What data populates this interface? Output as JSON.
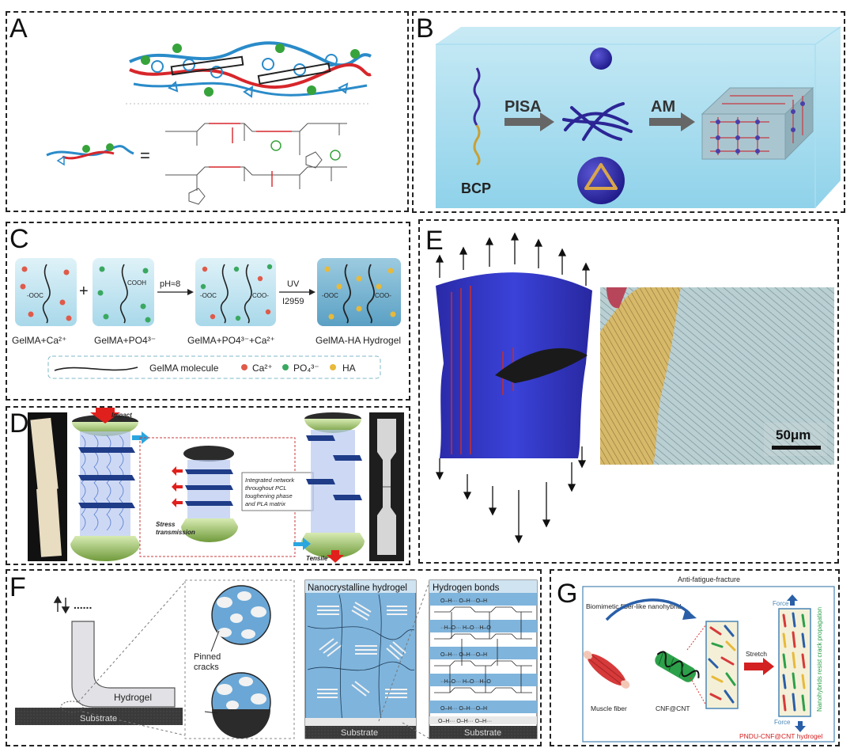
{
  "panels": {
    "a": {
      "label": "A"
    },
    "b": {
      "label": "B",
      "bcp": "BCP",
      "pisa": "PISA",
      "am": "AM"
    },
    "c": {
      "label": "C",
      "box1_label": "GelMA+Ca²⁺",
      "box2_label": "GelMA+PO4³⁻",
      "box3_label": "GelMA+PO4³⁻+Ca²⁺",
      "box4_label": "GelMA-HA Hydrogel",
      "plus": "+",
      "arrow1_label": "pH≈8",
      "arrow2_label_top": "UV",
      "arrow2_label_bottom": "I2959",
      "box1_chem": "-OOC",
      "box2_chem": "COOH",
      "box3_chem_left": "-OOC",
      "box3_chem_right": "COO-",
      "box4_chem_left": "-OOC",
      "box4_chem_right": "COO-",
      "legend_molecule": "GelMA molecule",
      "legend_ca": "Ca²⁺",
      "legend_po4": "PO₄³⁻",
      "legend_ha": "HA"
    },
    "d": {
      "label": "D",
      "impact": "Impact",
      "tensile": "Tensile",
      "stress": "Stress transmission",
      "note": "Integrated network throughout PCL toughening phase and PLA matrix"
    },
    "e": {
      "label": "E",
      "scale": "50μm"
    },
    "f": {
      "label": "F",
      "dots": "......",
      "hydrogel": "Hydrogel",
      "substrate": "Substrate",
      "pinned": "Pinned cracks",
      "nano_title": "Nanocrystalline hydrogel",
      "nano_substrate": "Substrate",
      "hb_title": "Hydrogen bonds",
      "hb_substrate": "Substrate"
    },
    "g": {
      "label": "G",
      "title": "Anti-fatigue-fracture",
      "biomimetic": "Biomimetic fiber-like nanohybrid",
      "muscle": "Muscle fiber",
      "cnf": "CNF@CNT",
      "stretch": "Stretch",
      "force_top": "Force",
      "force_bottom": "Force",
      "resist": "Nanohybrids resist crack propagation",
      "caption": "PNDU-CNF@CNT hydrogel"
    }
  },
  "colors": {
    "hydrogel_blue": "#bfe3f0",
    "polymer_red": "#d7262b",
    "polymer_blue": "#2a8bc9",
    "green": "#37a33b",
    "gold": "#e8b93a",
    "accent_red": "#e02020",
    "accent_blue": "#2a8fd6"
  }
}
